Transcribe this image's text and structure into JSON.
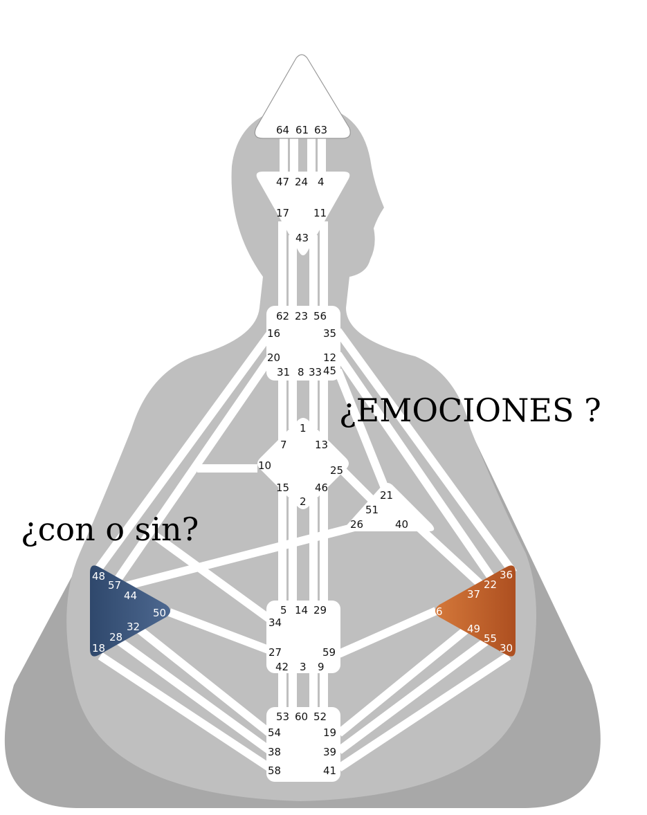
{
  "annotations": {
    "left_question": "¿con o sin?",
    "right_question": "¿EMOCIONES ?"
  },
  "colors": {
    "body_light": "#bfbfbf",
    "body_dark": "#a8a8a8",
    "channel": "#ffffff",
    "spleen": "#3b5478",
    "solar_plexus": "#c2602a"
  },
  "centers": {
    "head": {
      "gates": [
        "64",
        "61",
        "63"
      ]
    },
    "ajna": {
      "gates": [
        "47",
        "24",
        "4",
        "17",
        "11",
        "43"
      ]
    },
    "throat": {
      "gates": [
        "62",
        "23",
        "56",
        "16",
        "35",
        "20",
        "12",
        "31",
        "8",
        "33",
        "45"
      ]
    },
    "g": {
      "gates": [
        "1",
        "7",
        "13",
        "10",
        "25",
        "15",
        "46",
        "2"
      ]
    },
    "ego": {
      "gates": [
        "21",
        "51",
        "26",
        "40"
      ]
    },
    "spleen": {
      "gates": [
        "48",
        "57",
        "44",
        "50",
        "32",
        "28",
        "18"
      ]
    },
    "solar_plexus": {
      "gates": [
        "36",
        "22",
        "37",
        "6",
        "49",
        "55",
        "30"
      ]
    },
    "sacral": {
      "gates": [
        "5",
        "14",
        "29",
        "34",
        "27",
        "59",
        "42",
        "3",
        "9"
      ]
    },
    "root": {
      "gates": [
        "53",
        "60",
        "52",
        "54",
        "19",
        "38",
        "39",
        "58",
        "41"
      ]
    }
  }
}
